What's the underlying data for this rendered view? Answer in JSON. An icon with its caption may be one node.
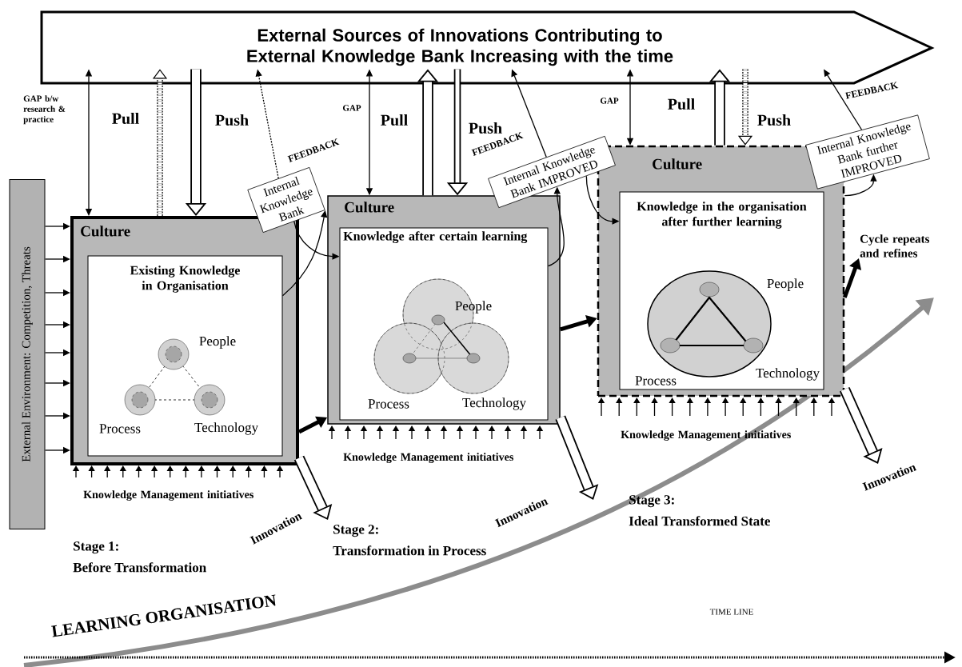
{
  "diagram": {
    "nodes": [
      {
        "text": [
          "External Sources of Innovations Contributing to External Knowledge Bank Increasing with the time"
        ]
      },
      {
        "text": [
          "External Environment: Competition, Threats"
        ]
      },
      {
        "text": [
          "Culture"
        ]
      },
      {
        "text": [
          "Existing Knowledge in Organisation"
        ],
        "in": 2
      },
      {
        "text": [
          "Internal Knowledge Bank"
        ]
      },
      {
        "text": [
          "Culture"
        ]
      },
      {
        "text": [
          "Knowledge after certain learning"
        ],
        "in": 5
      },
      {
        "text": [
          "Internal Knowledge Bank IMPROVED"
        ]
      },
      {
        "text": [
          "Culture"
        ]
      },
      {
        "text": [
          "Knowledge in the organisation after further learning"
        ],
        "in": 8
      },
      {
        "text": [
          "Internal Knowledge Bank further IMPROVED"
        ]
      },
      {
        "text": [
          "Cycle repeats and refines"
        ]
      }
    ],
    "edges": [
      {
        "from": 2,
        "to": 0,
        "arrow": "both",
        "label": "GAP b/w research & practice"
      },
      {
        "from": 2,
        "to": 0,
        "arrow": "to",
        "label": "Pull",
        "style": "dashed"
      },
      {
        "from": 0,
        "to": 2,
        "arrow": "to",
        "label": "Push",
        "style": "thick"
      },
      {
        "from": 4,
        "to": 0,
        "arrow": "to",
        "label": "FEEDBACK",
        "style": "dashed"
      },
      {
        "from": 3,
        "to": 4,
        "arrow": "to"
      },
      {
        "from": 4,
        "to": 6,
        "arrow": "to"
      },
      {
        "from": 5,
        "to": 0,
        "arrow": "both",
        "label": "GAP"
      },
      {
        "from": 5,
        "to": 0,
        "arrow": "to",
        "label": "Pull",
        "style": "thick"
      },
      {
        "from": 0,
        "to": 5,
        "arrow": "to",
        "label": "Push",
        "style": "thick"
      },
      {
        "from": 7,
        "to": 0,
        "arrow": "to",
        "label": "FEEDBACK"
      },
      {
        "from": 6,
        "to": 7,
        "arrow": "to"
      },
      {
        "from": 7,
        "to": 9,
        "arrow": "to"
      },
      {
        "from": 8,
        "to": 0,
        "arrow": "both",
        "label": "GAP"
      },
      {
        "from": 8,
        "to": 0,
        "arrow": "to",
        "label": "Pull",
        "style": "thick"
      },
      {
        "from": 0,
        "to": 8,
        "arrow": "to",
        "label": "Push",
        "style": "dashed"
      },
      {
        "from": 10,
        "to": 0,
        "arrow": "to",
        "label": "FEEDBACK"
      },
      {
        "from": 8,
        "to": 10,
        "arrow": "to"
      },
      {
        "from": 2,
        "to": 5,
        "arrow": "to",
        "style": "thick"
      },
      {
        "from": 5,
        "to": 8,
        "arrow": "to",
        "style": "thick"
      },
      {
        "from": 8,
        "to": 11,
        "arrow": "to",
        "style": "thick"
      },
      {
        "from": 2,
        "to": null,
        "arrow": "to",
        "label": "Innovation",
        "style": "thick"
      },
      {
        "from": 5,
        "to": null,
        "arrow": "to",
        "label": "Innovation",
        "style": "thick"
      },
      {
        "from": 8,
        "to": null,
        "arrow": "to",
        "label": "Innovation",
        "style": "thick"
      },
      {
        "from": 1,
        "to": 2,
        "arrow": "to"
      },
      {
        "from": 1,
        "to": 2,
        "arrow": "to"
      },
      {
        "from": 1,
        "to": 2,
        "arrow": "to"
      },
      {
        "from": 1,
        "to": 2,
        "arrow": "to"
      },
      {
        "from": 1,
        "to": 2,
        "arrow": "to"
      },
      {
        "from": 1,
        "to": 2,
        "arrow": "to"
      },
      {
        "from": 1,
        "to": 2,
        "arrow": "to"
      },
      {
        "from": 1,
        "to": 2,
        "arrow": "to"
      }
    ],
    "labels": [
      "Knowledge Management initiatives",
      "Stage 1:",
      "Before Transformation",
      "Knowledge Management initiatives",
      "Stage 2:",
      "Transformation in Process",
      "Knowledge Management initiatives",
      "Stage 3:",
      "Ideal Transformed State",
      "People",
      "Process",
      "Technology",
      "People",
      "Process",
      "Technology",
      "People",
      "Technology",
      "Process",
      "LEARNING ORGANISATION",
      "TIME LINE"
    ]
  }
}
